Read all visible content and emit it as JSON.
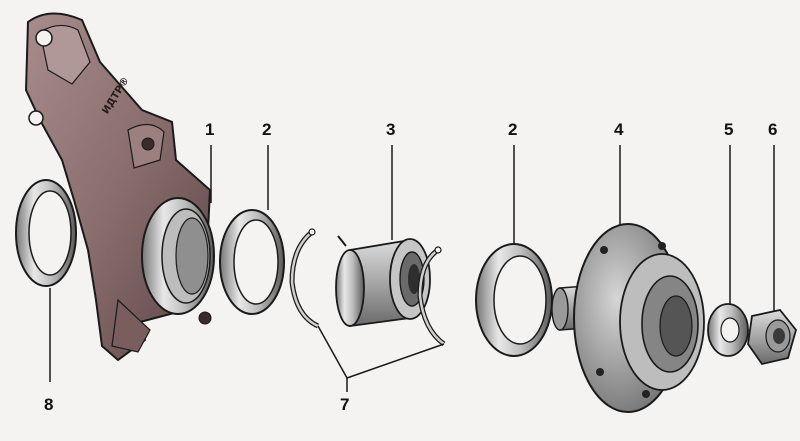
{
  "callouts": {
    "c1": "1",
    "c2a": "2",
    "c3": "3",
    "c2b": "2",
    "c4": "4",
    "c5": "5",
    "c6": "6",
    "c7": "7",
    "c8": "8"
  },
  "knuckle_marking": "ИДТР®",
  "colors": {
    "knuckle": "#8a6e6e",
    "knuckle_shade": "#5c4444",
    "metal_light": "#e6e6e6",
    "metal_mid": "#b8b8b8",
    "metal_dark": "#5a5a5a",
    "outline": "#1a1a1a",
    "background": "#f4f3f1"
  }
}
